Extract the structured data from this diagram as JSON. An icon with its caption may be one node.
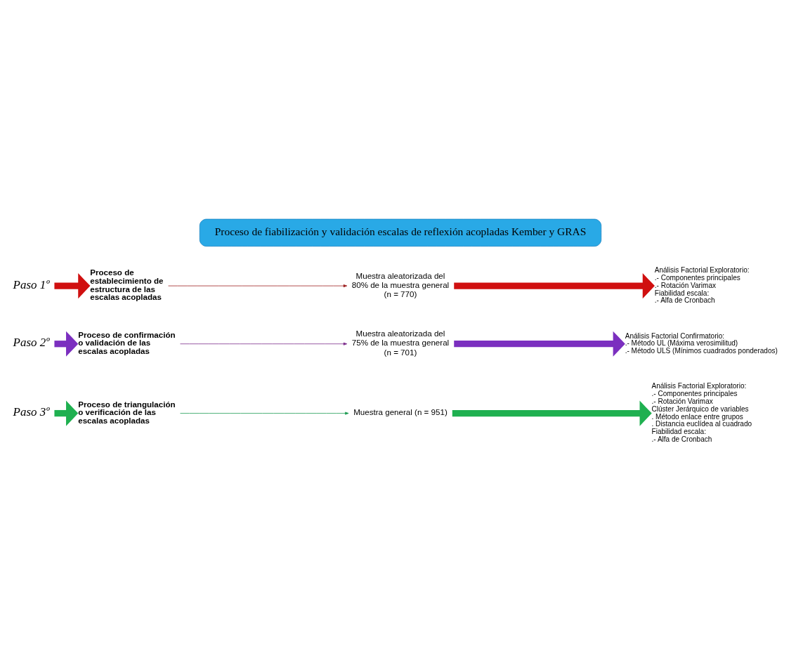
{
  "diagram": {
    "nodes": [
      {
        "text": [
          "Proceso de fiabilización y validación escalas de reflexión acopladas Kember y GRAS"
        ]
      },
      {
        "text": [
          "Paso 1º"
        ]
      },
      {
        "text": [
          "Proceso de establecimiento de estructura de las escalas acopladas"
        ]
      },
      {
        "text": [
          "Muestra aleatorizada del 80% de la muestra general (n = 770)"
        ]
      },
      {
        "text": [
          "Análisis Factorial Exploratorio:",
          ".- Componentes principales",
          ".- Rotación Varimax",
          "Fiabilidad escala:",
          ".- Alfa de Cronbach"
        ]
      },
      {
        "text": [
          "Paso 2º"
        ]
      },
      {
        "text": [
          "Proceso de confirmación o validación de las escalas acopladas"
        ]
      },
      {
        "text": [
          "Muestra aleatorizada del 75% de la muestra general (n = 701)"
        ]
      },
      {
        "text": [
          "Análisis Factorial Confirmatorio:",
          ".- Método UL (Máxima verosimilitud)",
          ".- Método ULS (Mínimos cuadrados ponderados)"
        ]
      },
      {
        "text": [
          "Paso 3º"
        ]
      },
      {
        "text": [
          "Proceso de triangulación o verificación de las escalas acopladas"
        ]
      },
      {
        "text": [
          "Muestra general (n = 951)"
        ]
      },
      {
        "text": [
          "Análisis Factorial Exploratorio:",
          ".- Componentes principales",
          ".- Rotación Varimax",
          "Clúster Jerárquico de variables",
          ". Método enlace entre grupos",
          ". Distancia euclídea al cuadrado",
          "Fiabilidad escala:",
          ".- Alfa de Cronbach"
        ]
      }
    ],
    "edges": [
      {
        "from": 1,
        "to": 2,
        "arrow": "to",
        "color": "#d01010"
      },
      {
        "from": 2,
        "to": 3,
        "arrow": "to",
        "color": "#9b1b1b"
      },
      {
        "from": 3,
        "to": 4,
        "arrow": "to",
        "color": "#d01010"
      },
      {
        "from": 5,
        "to": 6,
        "arrow": "to",
        "color": "#7b2fbf"
      },
      {
        "from": 6,
        "to": 7,
        "arrow": "to",
        "color": "#7a2a8a"
      },
      {
        "from": 7,
        "to": 8,
        "arrow": "to",
        "color": "#7b2fbf"
      },
      {
        "from": 9,
        "to": 10,
        "arrow": "to",
        "color": "#1fb050"
      },
      {
        "from": 10,
        "to": 11,
        "arrow": "to",
        "color": "#1a9a50"
      },
      {
        "from": 11,
        "to": 12,
        "arrow": "to",
        "color": "#1fb050"
      }
    ]
  }
}
